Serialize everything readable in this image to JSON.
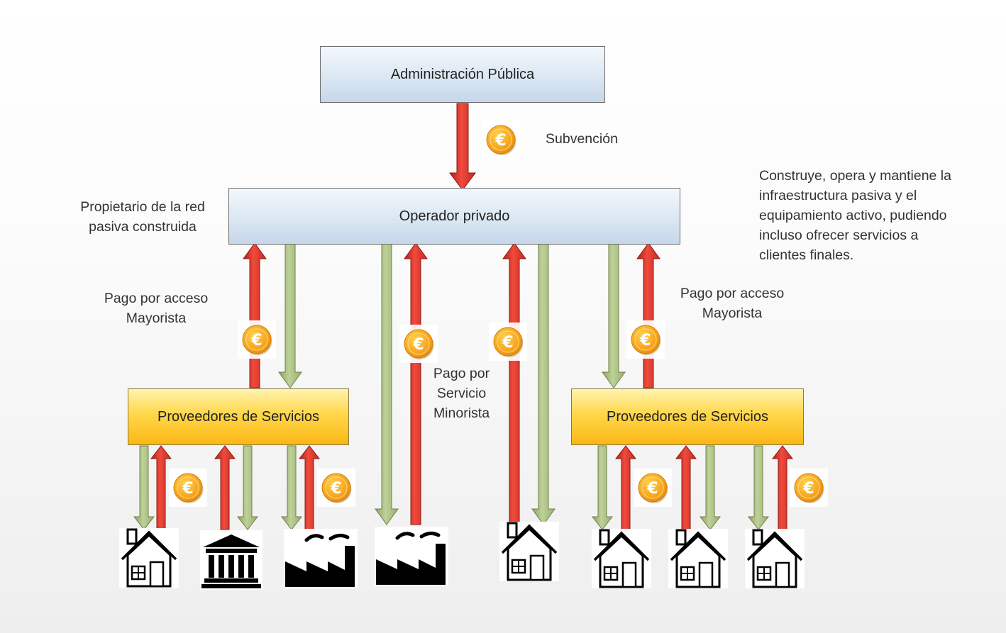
{
  "boxes": {
    "admin": "Administración Pública",
    "operator": "Operador privado",
    "provider_left": "Proveedores de Servicios",
    "provider_right": "Proveedores de Servicios"
  },
  "labels": {
    "subvencion": "Subvención",
    "propietario_1": "Propietario de la red",
    "propietario_2": "pasiva construida",
    "description_1": "Construye, opera y mantiene la",
    "description_2": "infraestructura pasiva y el",
    "description_3": "equipamiento activo, pudiendo",
    "description_4": "incluso ofrecer servicios a",
    "description_5": "clientes finales.",
    "pago_mayorista_left_1": "Pago por acceso",
    "pago_mayorista_left_2": "Mayorista",
    "pago_mayorista_right_1": "Pago por acceso",
    "pago_mayorista_right_2": "Mayorista",
    "pago_minorista_1": "Pago por",
    "pago_minorista_2": "Servicio",
    "pago_minorista_3": "Minorista"
  },
  "coin_symbol": "€",
  "colors": {
    "payment_arrow": "#e8352a",
    "service_arrow": "#a9bf82",
    "coin": "#f7a21c",
    "box_blue": "#dbe7f3",
    "box_yellow": "#fcc72c"
  },
  "icons": [
    "house-icon",
    "bank-icon",
    "factory-icon",
    "factory-icon",
    "house-icon",
    "house-icon",
    "house-icon",
    "house-icon"
  ]
}
